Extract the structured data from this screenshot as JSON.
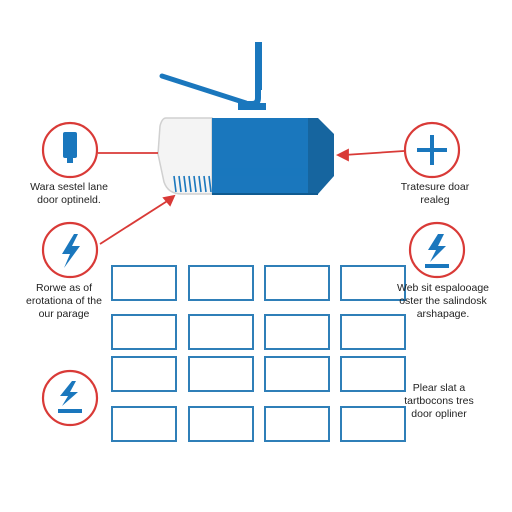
{
  "colors": {
    "blue": "#1a77bd",
    "red": "#d93a37",
    "opener_white": "#f4f4f4",
    "grid_outline": "#2f7fb8"
  },
  "icons": {
    "top_left": "battery-icon",
    "top_right": "plus-icon",
    "mid_left": "lightning-icon",
    "mid_right": "lightning-icon",
    "bottom_left": "lightning-icon"
  },
  "labels": {
    "top_left": [
      "Wara sestel lane",
      "door optineld."
    ],
    "top_right": [
      "Tratesure doar",
      "realeg"
    ],
    "mid_left": [
      "Rorwe as of",
      "erotationa of the",
      "our parage"
    ],
    "mid_right": [
      "Web sit espalooage",
      "oster the salindosk",
      "arshapage."
    ],
    "bottom_right": [
      "Plear slat a",
      "tartbocons tres",
      "door opliner"
    ]
  },
  "grid": {
    "rows": 4,
    "cols": 4
  }
}
